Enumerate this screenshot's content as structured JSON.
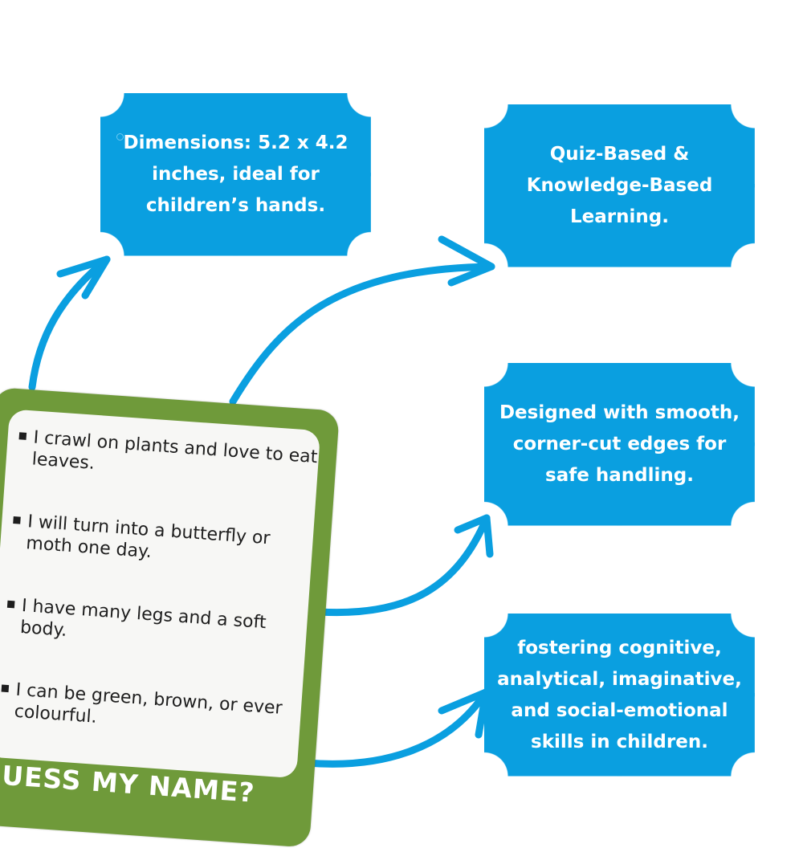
{
  "callouts": [
    {
      "text": "Dimensions: 5.2 x 4.2 inches, ideal for children’s hands."
    },
    {
      "text": "Quiz-Based & Knowledge-Based Learning."
    },
    {
      "text": "Designed with smooth, corner-cut edges for safe handling."
    },
    {
      "text": "fostering cognitive, analytical, imaginative, and social-emotional skills in children."
    }
  ],
  "card": {
    "clues": [
      "I crawl on plants and love to eat leaves.",
      "I will turn into a butterfly or moth one day.",
      "I have many legs and a soft body.",
      "I can be green, brown, or ever colourful."
    ],
    "title": "GUESS MY NAME?"
  },
  "colors": {
    "callout_bg": "#0a9fe0",
    "arrow": "#0a9fe0",
    "card_green": "#6f9a3a",
    "card_panel": "#f7f7f5"
  },
  "icons": [
    "arrow-icon",
    "bullet-circle-icon",
    "bullet-square-icon"
  ]
}
